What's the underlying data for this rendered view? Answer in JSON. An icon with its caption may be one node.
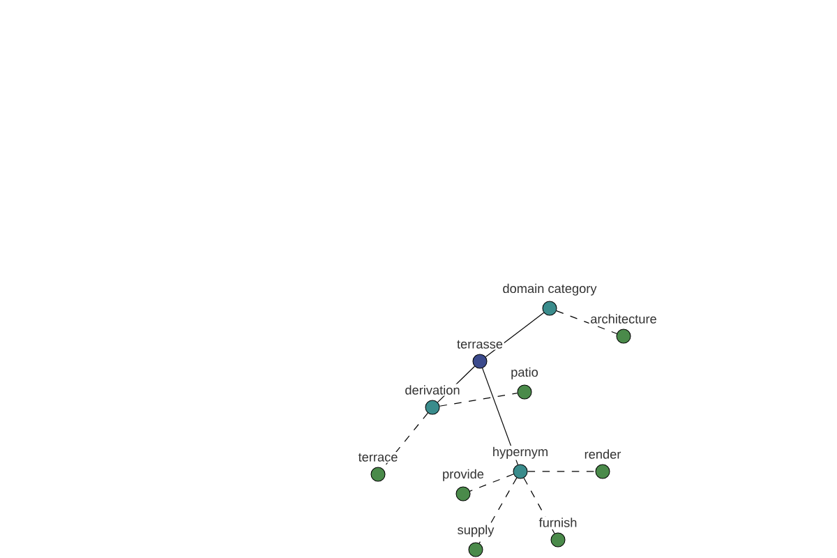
{
  "diagram": {
    "nodes": [
      {
        "text": [
          "terrasse"
        ]
      },
      {
        "text": [
          "domain category"
        ]
      },
      {
        "text": [
          "architecture"
        ]
      },
      {
        "text": [
          "derivation"
        ]
      },
      {
        "text": [
          "patio"
        ]
      },
      {
        "text": [
          "terrace"
        ]
      },
      {
        "text": [
          "hypernym"
        ]
      },
      {
        "text": [
          "provide"
        ]
      },
      {
        "text": [
          "render"
        ]
      },
      {
        "text": [
          "supply"
        ]
      },
      {
        "text": [
          "furnish"
        ]
      }
    ],
    "edges": [
      {
        "from": 0,
        "to": 1,
        "arrow": "none"
      },
      {
        "from": 0,
        "to": 3,
        "arrow": "none"
      },
      {
        "from": 0,
        "to": 6,
        "arrow": "none"
      },
      {
        "from": 1,
        "to": 2,
        "arrow": "none",
        "style": "dashed"
      },
      {
        "from": 3,
        "to": 4,
        "arrow": "none",
        "style": "dashed"
      },
      {
        "from": 3,
        "to": 5,
        "arrow": "none",
        "style": "dashed"
      },
      {
        "from": 6,
        "to": 7,
        "arrow": "none",
        "style": "dashed"
      },
      {
        "from": 6,
        "to": 8,
        "arrow": "none",
        "style": "dashed"
      },
      {
        "from": 6,
        "to": 9,
        "arrow": "none",
        "style": "dashed"
      },
      {
        "from": 6,
        "to": 10,
        "arrow": "none",
        "style": "dashed"
      }
    ]
  }
}
